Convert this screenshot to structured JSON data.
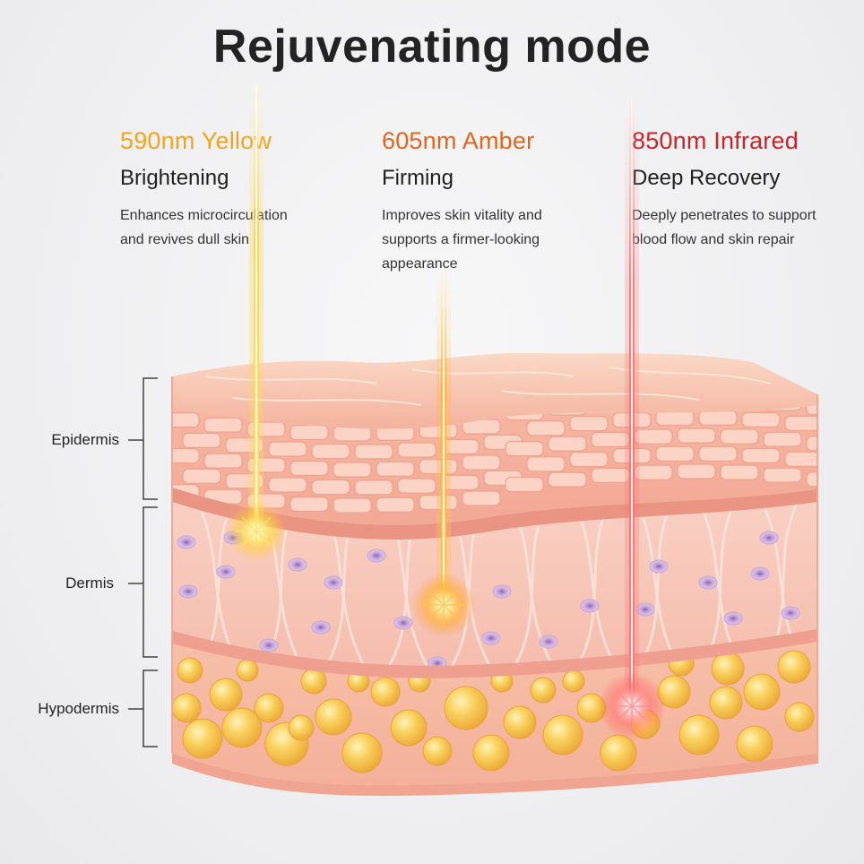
{
  "title": "Rejuvenating mode",
  "modes": [
    {
      "wavelength": "590nm Yellow",
      "heading": "Brightening",
      "description": "Enhances microcirculation\nand revives dull skin",
      "color": "#f2a51c"
    },
    {
      "wavelength": "605nm Amber",
      "heading": "Firming",
      "description": "Improves skin vitality and\nsupports a firmer-looking\nappearance",
      "color": "#e2661e"
    },
    {
      "wavelength": "850nm Infrared",
      "heading": "Deep Recovery",
      "description": "Deeply penetrates to support\nblood flow and skin repair",
      "color": "#c8252a"
    }
  ],
  "layers": {
    "epidermis": "Epidermis",
    "dermis": "Dermis",
    "hypodermis": "Hypodermis"
  },
  "colors": {
    "skin_top": "#f9c9b3",
    "epidermis_cells": "#fbd3c4",
    "dermis": "#f6c3b7",
    "fat": "#f7c24a",
    "cell_purple": "#b592c8"
  }
}
